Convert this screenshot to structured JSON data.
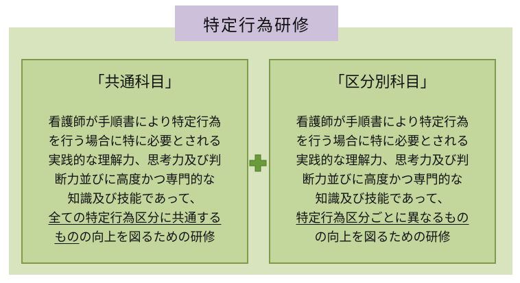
{
  "title": "特定行為研修",
  "left_card": {
    "heading": "「共通科目」",
    "lines": [
      "看護師が手順書により特定行為",
      "を行う場合に特に必要とされる",
      "実践的な理解力、思考力及び判",
      "断力並びに高度かつ専門的な",
      "知識及び技能であって、"
    ],
    "underlined_1": "全ての特定行為区分に共通する",
    "underlined_2": "もの",
    "tail": "の向上を図るための研修"
  },
  "right_card": {
    "heading": "「区分別科目」",
    "lines": [
      "看護師が手順書により特定行為",
      "を行う場合に特に必要とされる",
      "実践的な理解力、思考力及び判",
      "断力並びに高度かつ専門的な",
      "知識及び技能であって、"
    ],
    "underlined_1": "特定行為区分ごとに異なるもの",
    "tail": "の向上を図るための研修"
  },
  "connector": {
    "icon": "plus-icon",
    "color": "#6b9a3a"
  },
  "colors": {
    "title_bg": "#ccc0da",
    "panel_bg": "#d7e4bd",
    "card_bg": "#c3d69b",
    "card_border": "#7f9a48"
  }
}
